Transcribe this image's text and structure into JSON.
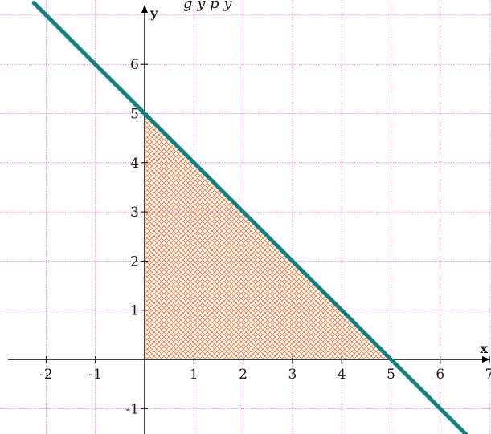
{
  "chart_data": {
    "type": "line",
    "title": "",
    "partial_top_text": "g             y     p        y",
    "xlabel": "x",
    "ylabel": "y",
    "xlim": [
      -3,
      7
    ],
    "ylim": [
      -1.5,
      7.5
    ],
    "x_ticks": [
      -2,
      -1,
      1,
      2,
      3,
      4,
      5,
      6,
      7
    ],
    "y_ticks": [
      -1,
      1,
      2,
      3,
      4,
      5,
      6
    ],
    "x_tick_labels": [
      "-2",
      "-1",
      "1",
      "2",
      "3",
      "4",
      "5",
      "6",
      "7"
    ],
    "y_tick_labels": [
      "-1",
      "1",
      "2",
      "3",
      "4",
      "5",
      "6"
    ],
    "grid": true,
    "line": {
      "slope": -1,
      "intercept": 5,
      "x_range": [
        -2.25,
        6.55
      ]
    },
    "shaded_region": {
      "vertices": [
        [
          0,
          0
        ],
        [
          5,
          0
        ],
        [
          0,
          5
        ]
      ],
      "pattern": "crosshatch"
    },
    "colors": {
      "grid": "#e070e0",
      "line": "#138080",
      "shade": "#f07838",
      "shade_edge": "#f06020",
      "axis": "#000000"
    }
  }
}
